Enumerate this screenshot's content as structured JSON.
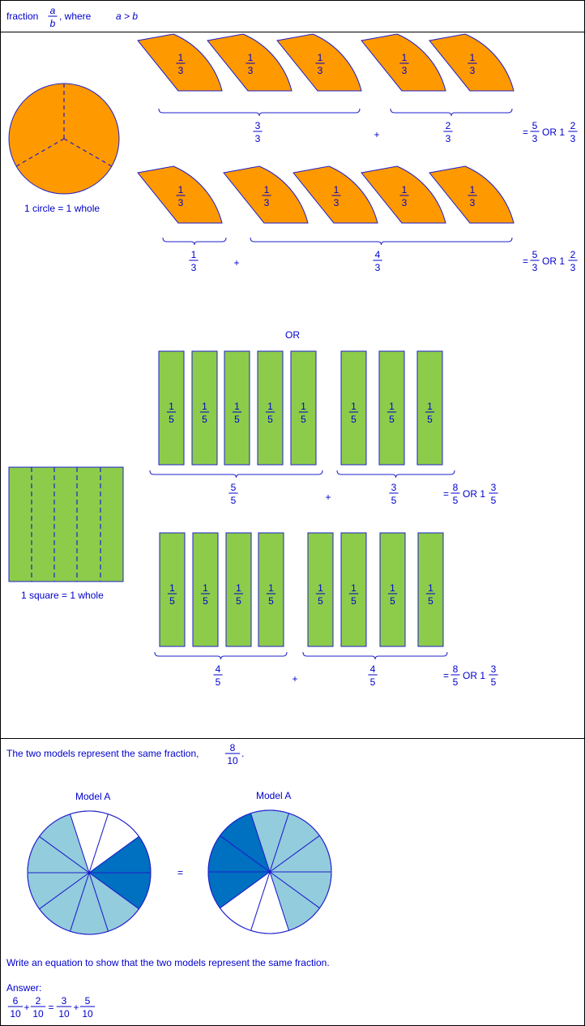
{
  "colors": {
    "text": "#0000cc",
    "orange": "#ff9900",
    "green": "#8ccc4a",
    "light_blue": "#93ccdc",
    "dark_blue": "#0070c0",
    "stroke": "#1f1fcc"
  },
  "header": {
    "prefix": "fraction",
    "num": "a",
    "den": "b",
    "suffix": ", where",
    "condition": "a > b"
  },
  "circle_section": {
    "whole_label": "1 circle = 1 whole",
    "piece": {
      "num": "1",
      "den": "3"
    },
    "row1": {
      "pieces": 5,
      "group1": {
        "num": "3",
        "den": "3"
      },
      "plus": "+",
      "group2": {
        "num": "2",
        "den": "3"
      },
      "result": {
        "eq": "=",
        "num": "5",
        "den": "3",
        "or": "OR 1",
        "mixed_num": "2",
        "mixed_den": "3"
      }
    },
    "row2": {
      "pieces": 5,
      "group1": {
        "num": "1",
        "den": "3"
      },
      "plus": "+",
      "group2": {
        "num": "4",
        "den": "3"
      },
      "result": {
        "eq": "=",
        "num": "5",
        "den": "3",
        "or": "OR 1",
        "mixed_num": "2",
        "mixed_den": "3"
      }
    }
  },
  "square_section": {
    "or_label": "OR",
    "whole_label": "1 square = 1 whole",
    "piece": {
      "num": "1",
      "den": "5"
    },
    "row1": {
      "group1": {
        "num": "5",
        "den": "5"
      },
      "plus": "+",
      "group2": {
        "num": "3",
        "den": "5"
      },
      "result": {
        "eq": "=",
        "num": "8",
        "den": "5",
        "or": "OR 1",
        "mixed_num": "3",
        "mixed_den": "5"
      }
    },
    "row2": {
      "group1": {
        "num": "4",
        "den": "5"
      },
      "plus": "+",
      "group2": {
        "num": "4",
        "den": "5"
      },
      "result": {
        "eq": "=",
        "num": "8",
        "den": "5",
        "or": "OR 1",
        "mixed_num": "3",
        "mixed_den": "5"
      }
    }
  },
  "models": {
    "intro": "The two models represent the same fraction,",
    "intro_fraction": {
      "num": "8",
      "den": "10"
    },
    "intro_end": ".",
    "model_a_label": "Model A",
    "model_b_label": "Model A",
    "equals": "=",
    "model_a_dark_sectors": 2,
    "model_a_light_sectors": 6,
    "model_b_dark_sectors": 3,
    "model_b_light_sectors": 5,
    "sectors_total": 10,
    "question": "Write an equation to show that the two models represent the same fraction.",
    "answer_label": "Answer:",
    "answer": {
      "t1": {
        "num": "6",
        "den": "10"
      },
      "op1": "+",
      "t2": {
        "num": "2",
        "den": "10"
      },
      "eq": "=",
      "t3": {
        "num": "3",
        "den": "10"
      },
      "op2": "+",
      "t4": {
        "num": "5",
        "den": "10"
      }
    }
  }
}
